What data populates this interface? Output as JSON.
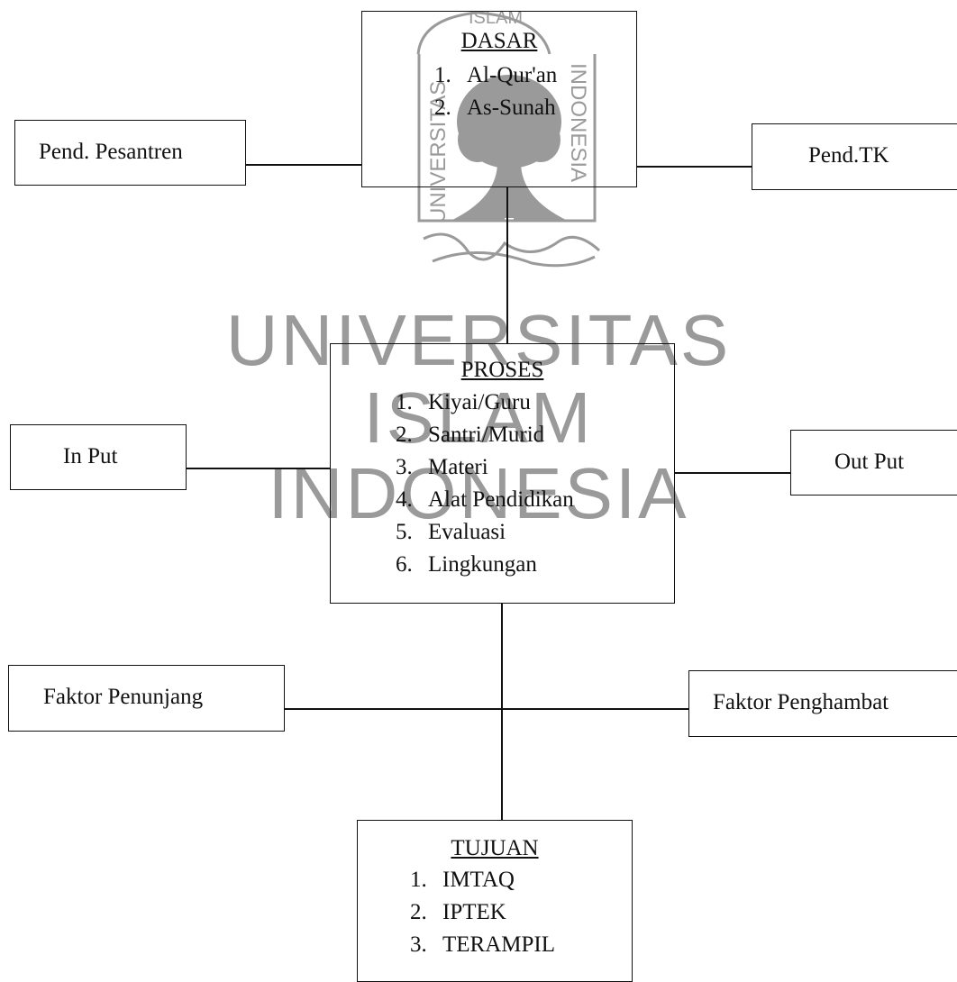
{
  "watermark": {
    "logo_ring_text_left": "UNIVERSITAS",
    "logo_ring_text_right": "INDONESIA",
    "logo_ring_text_top": "ISLAM",
    "line1": "UNIVERSITAS",
    "line2": "ISLAM",
    "line3": "INDONESIA"
  },
  "diagram": {
    "dasar": {
      "title": "DASAR",
      "items": [
        {
          "num": "1.",
          "text": "Al-Qur'an"
        },
        {
          "num": "2.",
          "text": "As-Sunah"
        }
      ]
    },
    "pend_pesantren": "Pend. Pesantren",
    "pend_tk": "Pend.TK",
    "proses": {
      "title": "PROSES",
      "items": [
        {
          "num": "1.",
          "text": "Kiyai/Guru"
        },
        {
          "num": "2.",
          "text": "Santri/Murid"
        },
        {
          "num": "3.",
          "text": "Materi"
        },
        {
          "num": "4.",
          "text": "Alat Pendidikan"
        },
        {
          "num": "5.",
          "text": "Evaluasi"
        },
        {
          "num": "6.",
          "text": "Lingkungan"
        }
      ]
    },
    "input": "In Put",
    "output": "Out Put",
    "faktor_penunjang": "Faktor Penunjang",
    "faktor_penghambat": "Faktor Penghambat",
    "tujuan": {
      "title": "TUJUAN",
      "items": [
        {
          "num": "1.",
          "text": "IMTAQ"
        },
        {
          "num": "2.",
          "text": "IPTEK"
        },
        {
          "num": "3.",
          "text": "TERAMPIL"
        }
      ]
    }
  }
}
